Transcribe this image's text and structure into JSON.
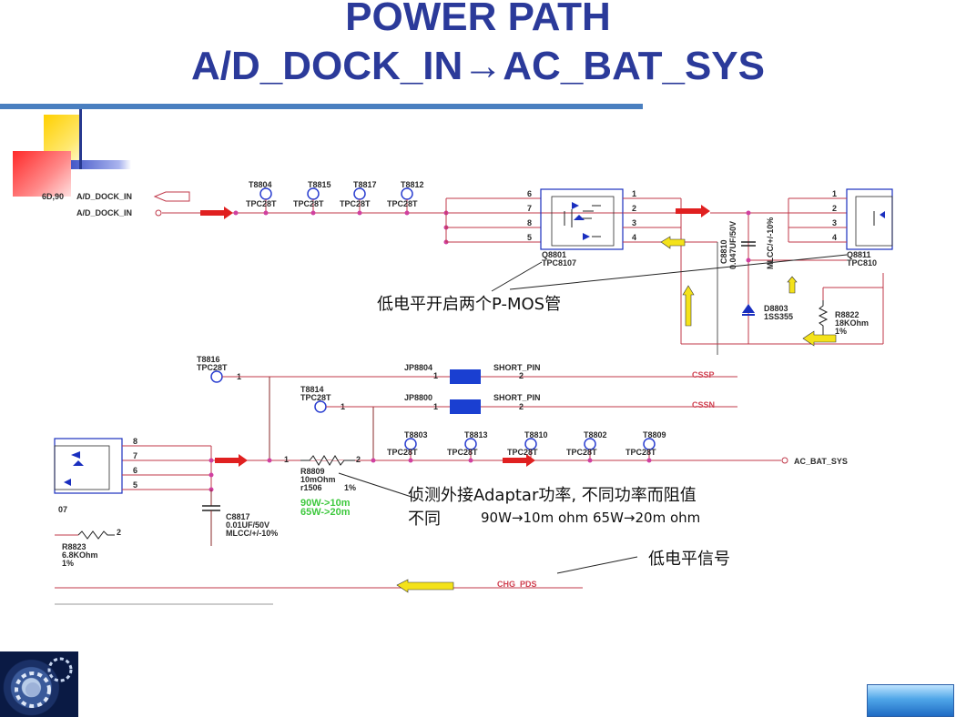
{
  "slide": {
    "title_line1": "POWER PATH",
    "title_line2": "A/D_DOCK_IN→AC_BAT_SYS",
    "colors": {
      "title": "#2b3a9a",
      "rule": "#4a7fc0",
      "wire": "#c0394a",
      "arrow_red": "#e02020",
      "arrow_yellow": "#f4e21a",
      "bus": "#1a3fd1"
    }
  },
  "annotations": {
    "pmos_note": "低电平开启两个P-MOS管",
    "sense_note_line1": "侦测外接Adaptar功率, 不同功率而阻值",
    "sense_note_line2": "不同",
    "sense_note_values": "90W→10m ohm   65W→20m ohm",
    "low_signal_note": "低电平信号"
  },
  "schematic": {
    "nets": {
      "left_ref": "6D,90",
      "dock_in_1": "A/D_DOCK_IN",
      "dock_in_2": "A/D_DOCK_IN",
      "cssp": "CSSP",
      "cssn": "CSSN",
      "ac_bat_sys": "AC_BAT_SYS",
      "chg_pds": "CHG_PDS"
    },
    "testpoints_top": [
      {
        "ref": "T8804",
        "part": "TPC28T"
      },
      {
        "ref": "T8815",
        "part": "TPC28T"
      },
      {
        "ref": "T8817",
        "part": "TPC28T"
      },
      {
        "ref": "T8812",
        "part": "TPC28T"
      }
    ],
    "testpoints_bottom": [
      {
        "ref": "T8803",
        "part": "TPC28T"
      },
      {
        "ref": "T8813",
        "part": "TPC28T"
      },
      {
        "ref": "T8810",
        "part": "TPC28T"
      },
      {
        "ref": "T8802",
        "part": "TPC28T"
      },
      {
        "ref": "T8809",
        "part": "TPC28T"
      }
    ],
    "q8801": {
      "ref": "Q8801",
      "part": "TPC8107",
      "pins_left": [
        "6",
        "7",
        "8",
        "5"
      ],
      "pins_right": [
        "1",
        "2",
        "3",
        "4"
      ]
    },
    "q8811": {
      "ref": "Q8811",
      "part": "TPC810",
      "pins_left": [
        "1",
        "2",
        "3",
        "4"
      ]
    },
    "c8810": {
      "ref": "C8810",
      "value": "0.047UF/50V",
      "tol": "MLCC/+/-10%"
    },
    "d8803": {
      "ref": "D8803",
      "part": "1SS355"
    },
    "r8822": {
      "ref": "R8822",
      "value": "18KOhm",
      "tol": "1%"
    },
    "t8816": {
      "ref": "T8816",
      "part": "TPC28T",
      "pin": "1"
    },
    "t8814": {
      "ref": "T8814",
      "part": "TPC28T",
      "pin": "1"
    },
    "jp8804": {
      "ref": "JP8804",
      "part": "SHORT_PIN",
      "pin1": "1",
      "pin2": "2"
    },
    "jp8800": {
      "ref": "JP8800",
      "part": "SHORT_PIN",
      "pin1": "1",
      "pin2": "2"
    },
    "r8809": {
      "ref": "R8809",
      "value": "10mOhm",
      "pkg": "r1506",
      "tol": "1%",
      "pin1": "1",
      "pin2": "2"
    },
    "green_note_1": "90W->10m",
    "green_note_2": "65W->20m",
    "c8817": {
      "ref": "C8817",
      "value": "0.01UF/50V",
      "tol": "MLCC/+/-10%"
    },
    "r8823": {
      "ref": "R8823",
      "value": "6.8KOhm",
      "tol": "1%",
      "pin": "2"
    },
    "left_pins": [
      "8",
      "7",
      "6",
      "5"
    ],
    "left_ref_07": "07"
  }
}
